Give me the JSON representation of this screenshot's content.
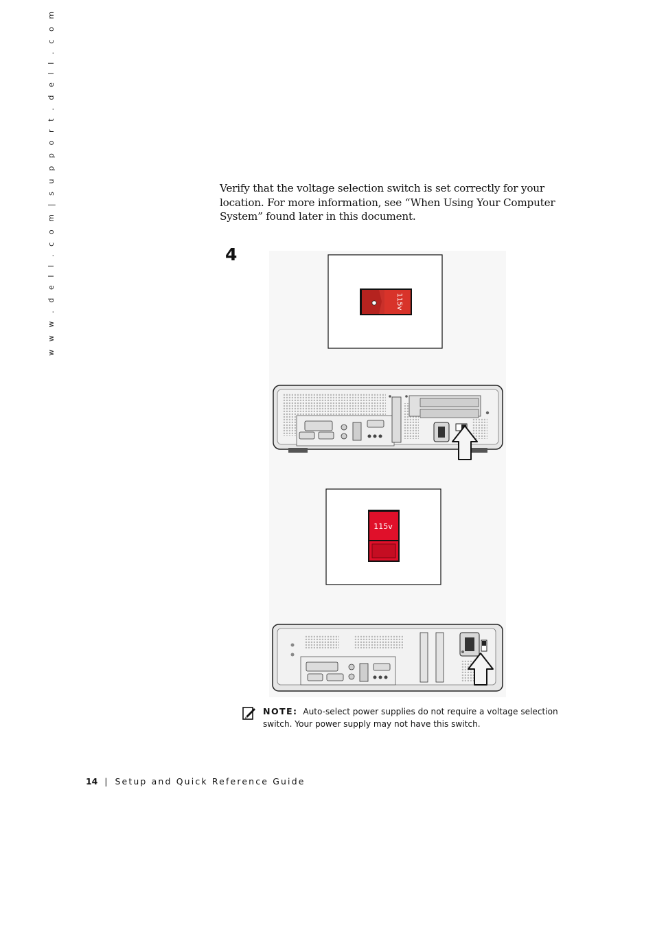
{
  "sidebar": {
    "url_text": "w w w . d e l l . c o m   |   s u p p o r t . d e l l . c o m"
  },
  "body": {
    "paragraph": "Verify that the voltage selection switch is set correctly for your location. For more information, see “When Using Your Computer System” found later in this document."
  },
  "step": {
    "number": "4"
  },
  "figure": {
    "top_switch_label": "115v",
    "bottom_switch_label": "115v",
    "switch_color": "#d8332a",
    "switch_color_bright": "#e0102a"
  },
  "note": {
    "label": "NOTE:",
    "text": "Auto-select power supplies do not require a voltage selection switch. Your power supply may not have this switch."
  },
  "footer": {
    "page_number": "14",
    "separator": "|",
    "title": "Setup and Quick Reference Guide"
  }
}
